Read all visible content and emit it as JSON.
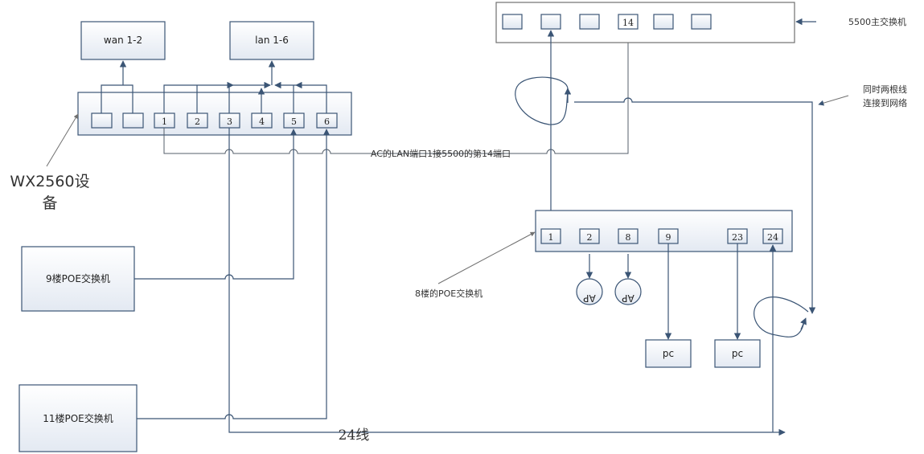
{
  "diagram": {
    "colors": {
      "line": "#3b5575",
      "box_fill_top": "#ffffff",
      "box_fill_bottom": "#e3e9f2",
      "pointer": "#707070"
    },
    "top_boxes": {
      "wan": "wan 1-2",
      "lan": "lan 1-6"
    },
    "ac_device": {
      "label_line1": "WX2560设",
      "label_line2": "备",
      "ports": [
        "",
        "",
        "1",
        "2",
        "3",
        "4",
        "5",
        "6"
      ]
    },
    "main_switch": {
      "label": "5500主交换机",
      "ports": [
        "",
        "",
        "",
        "14",
        "",
        ""
      ]
    },
    "floor8_switch": {
      "label": "8楼的POE交换机",
      "ports": [
        "1",
        "2",
        "8",
        "9",
        "23",
        "24"
      ]
    },
    "floor9_switch": "9楼POE交换机",
    "floor11_switch": "11楼POE交换机",
    "ap_nodes": [
      "AP",
      "AP"
    ],
    "pc_nodes": [
      "pc",
      "pc"
    ],
    "notes": {
      "ac_link": "AC的LAN端口1接5500的第14端口",
      "dual_link_line1": "同时两根线",
      "dual_link_line2": "连接到网络",
      "line24": "24线"
    }
  }
}
